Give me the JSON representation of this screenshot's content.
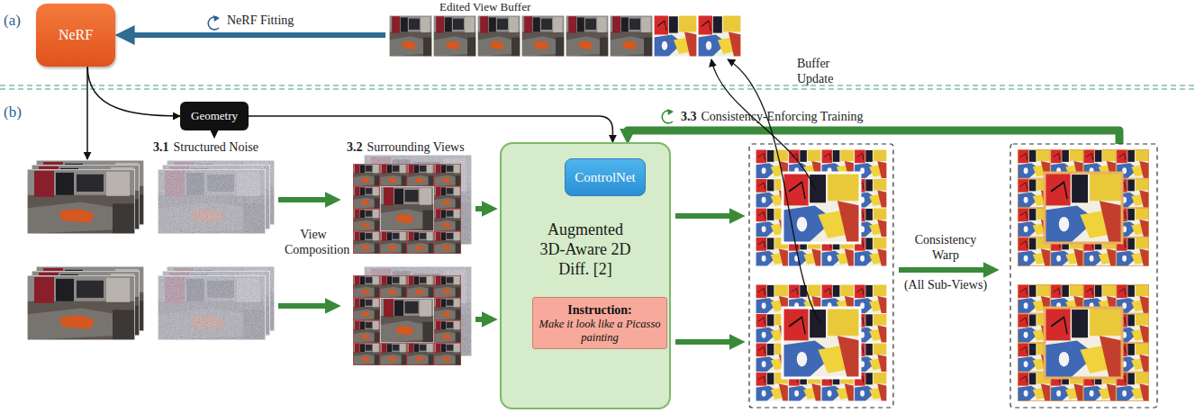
{
  "diagram": {
    "nodes": [
      {
        "text": [
          "NeRF"
        ]
      },
      {
        "text": [
          "Edited View Buffer"
        ]
      },
      {
        "text": [
          "Geometry"
        ]
      },
      {
        "text": [
          "Augmented 3D-Aware 2D Diff. [2]"
        ]
      },
      {
        "text": [
          "ControlNet"
        ],
        "in": 3
      },
      {
        "text": [
          "Instruction:",
          "Make it look like a Picasso painting"
        ],
        "in": 3
      }
    ],
    "edges": [
      {
        "from": 1,
        "to": 0,
        "arrow": "to",
        "label": "NeRF Fitting"
      },
      {
        "from": 0,
        "to": 2,
        "arrow": "to"
      },
      {
        "from": 2,
        "to": 3,
        "arrow": "to"
      }
    ],
    "labels": [
      "(a)",
      "(b)",
      "Buffer Update",
      "3.1",
      "Structured Noise",
      "3.2",
      "Surrounding Views",
      "View Composition",
      "3.3",
      "Consistency-Enforcing Training",
      "Consistency Warp",
      "(All Sub-Views)"
    ]
  }
}
